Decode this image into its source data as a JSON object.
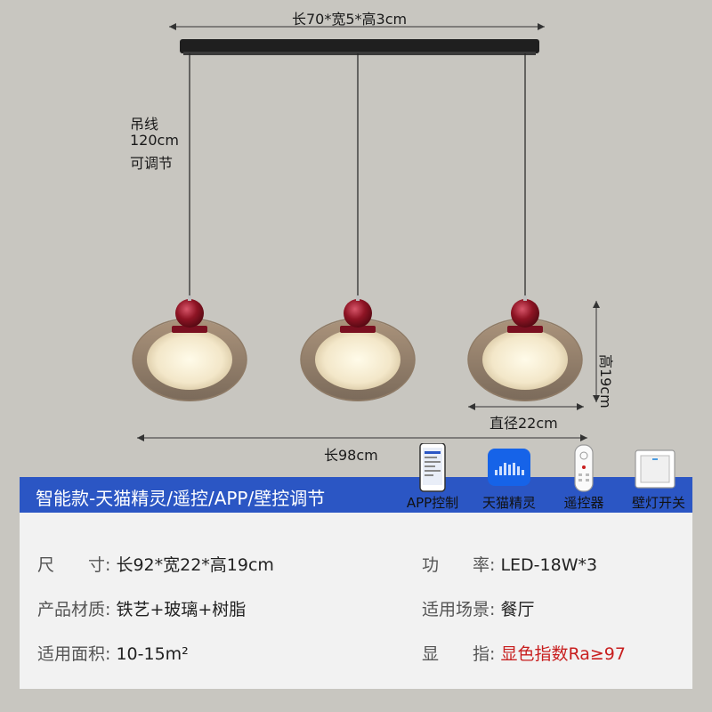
{
  "dims": {
    "top": "长70*宽5*高3cm",
    "cable": [
      "吊线",
      "120cm",
      "可调节"
    ],
    "height": "高19cm",
    "diameter": "直径22cm",
    "length": "长98cm"
  },
  "banner": {
    "title": "智能款-天猫精灵/遥控/APP/壁控调节",
    "controls": [
      {
        "label": "APP控制",
        "icon": "phone-app-icon"
      },
      {
        "label": "天猫精灵",
        "icon": "smart-speaker-icon"
      },
      {
        "label": "遥控器",
        "icon": "remote-control-icon"
      },
      {
        "label": "壁灯开关",
        "icon": "wall-switch-icon"
      }
    ]
  },
  "specs": {
    "size_key": "尺　　寸:",
    "size_val": "长92*宽22*高19cm",
    "power_key": "功　　率:",
    "power_val": "LED-18W*3",
    "material_key": "产品材质:",
    "material_val": "铁艺+玻璃+树脂",
    "scene_key": "适用场景:",
    "scene_val": "餐厅",
    "area_key": "适用面积:",
    "area_val": "10-15m²",
    "cri_key": "显　　指:",
    "cri_val": "显色指数Ra≥97"
  },
  "colors": {
    "banner": "#2b56c4",
    "accent_red": "#c81e1e",
    "ball": "#8e1424"
  }
}
